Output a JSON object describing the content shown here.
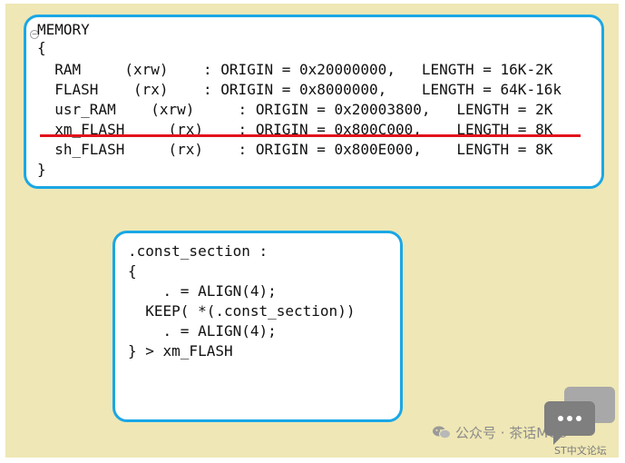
{
  "memory_block": {
    "header": "MEMORY",
    "open_brace": "{",
    "close_brace": "}",
    "lines": [
      "  RAM     (xrw)    : ORIGIN = 0x20000000,   LENGTH = 16K-2K",
      "  FLASH    (rx)    : ORIGIN = 0x8000000,    LENGTH = 64K-16k",
      "  usr_RAM    (xrw)     : ORIGIN = 0x20003800,   LENGTH = 2K",
      "  xm_FLASH     (rx)    : ORIGIN = 0x800C000,    LENGTH = 8K",
      "  sh_FLASH     (rx)    : ORIGIN = 0x800E000,    LENGTH = 8K"
    ]
  },
  "section_block": {
    "lines": [
      ".const_section :",
      "{",
      "    . = ALIGN(4);",
      "  KEEP( *(.const_section))",
      "    . = ALIGN(4);",
      "} > xm_FLASH"
    ]
  },
  "watermark": {
    "text": "公众号 · 茶话MCU",
    "icon": "wechat-icon"
  },
  "stcn_badge": {
    "text": "ST中文论坛",
    "icon": "chat-bubble-icon"
  },
  "colors": {
    "border": "#1aa7e6",
    "underline": "#e2131b",
    "background": "#efe7b5"
  }
}
